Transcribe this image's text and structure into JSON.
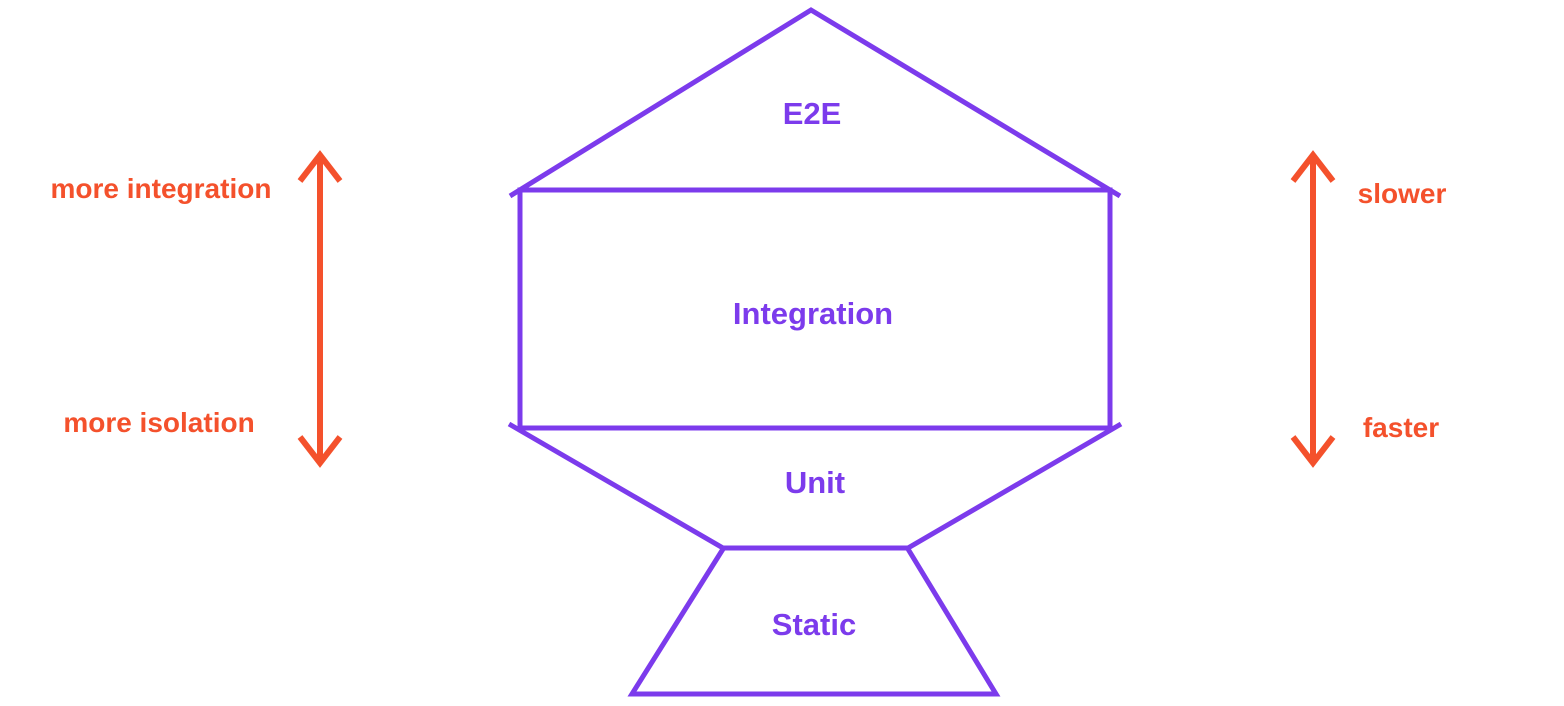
{
  "diagram": {
    "levels": [
      {
        "id": "e2e",
        "label": "E2E"
      },
      {
        "id": "integration",
        "label": "Integration"
      },
      {
        "id": "unit",
        "label": "Unit"
      },
      {
        "id": "static",
        "label": "Static"
      }
    ]
  },
  "left_axis": {
    "top_label": "more integration",
    "bottom_label": "more isolation"
  },
  "right_axis": {
    "top_label": "slower",
    "bottom_label": "faster"
  },
  "colors": {
    "shape_purple": "#7C3BEC",
    "arrow_orange": "#F4512C",
    "background": "#FFFFFF"
  }
}
